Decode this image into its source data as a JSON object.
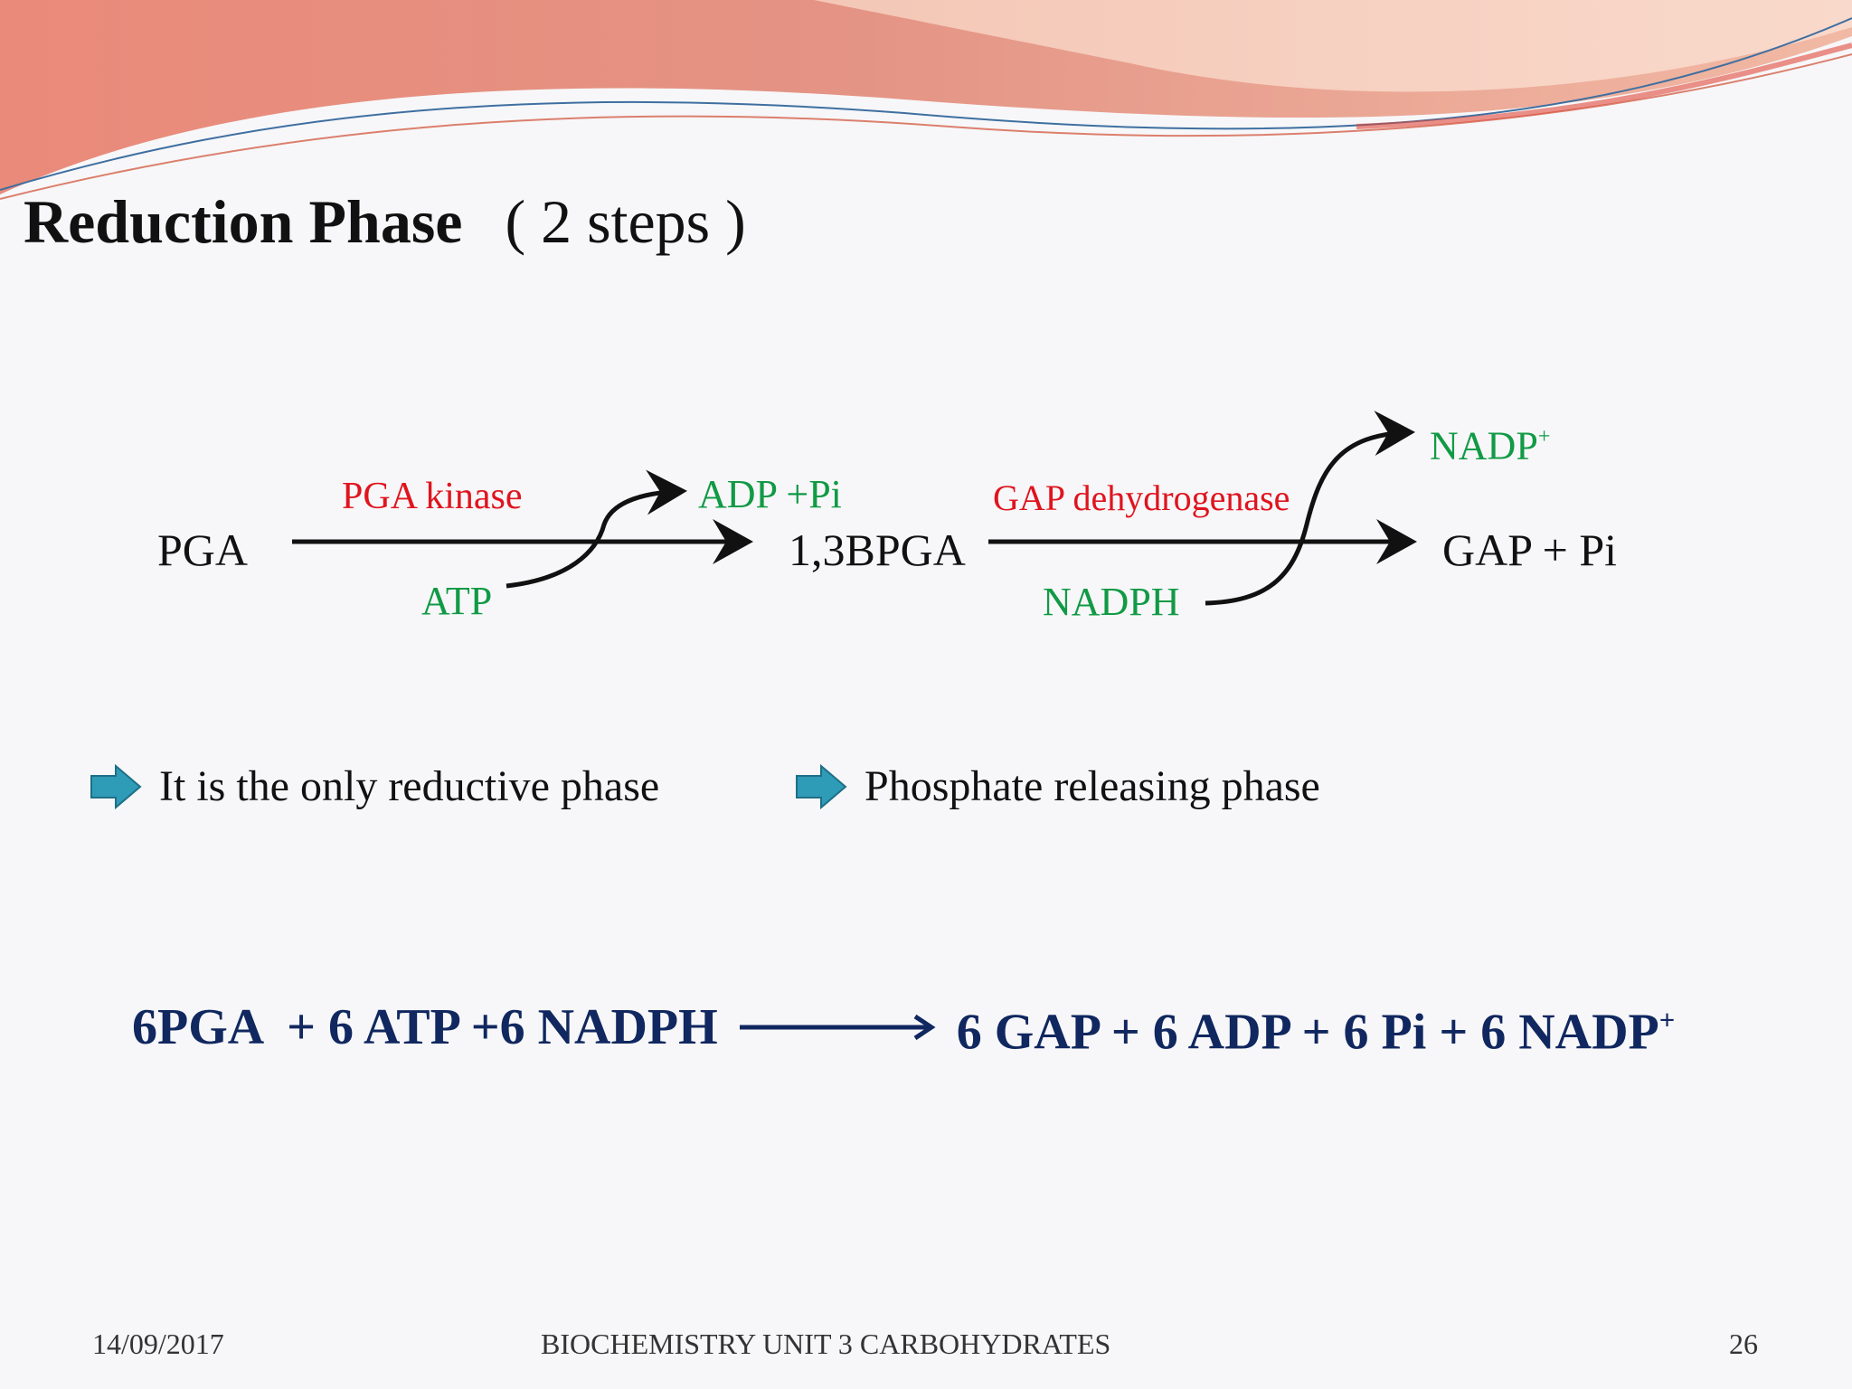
{
  "title": {
    "bold": "Reduction Phase",
    "rest": "( 2 steps )"
  },
  "diagram": {
    "substrate": "PGA",
    "intermediate": "1,3BPGA",
    "product": "GAP + Pi",
    "step1": {
      "enzyme": "PGA kinase",
      "cofactor_in": "ATP",
      "cofactor_out": "ADP +Pi"
    },
    "step2": {
      "enzyme": "GAP dehydrogenase",
      "cofactor_in": "NADPH",
      "cofactor_out_base": "NADP",
      "cofactor_out_sup": "+"
    }
  },
  "bullets": [
    {
      "icon": "arrow-right-icon",
      "text": "It is the only reductive phase"
    },
    {
      "icon": "arrow-right-icon",
      "text": "Phosphate releasing phase"
    }
  ],
  "equation": {
    "left": "6PGA  + 6 ATP +6 NADPH",
    "right_base": "6 GAP + 6 ADP + 6 Pi + 6 NADP",
    "right_sup": "+"
  },
  "footer": {
    "date": "14/09/2017",
    "center": "BIOCHEMISTRY UNIT 3 CARBOHYDRATES",
    "page": "26"
  },
  "colors": {
    "enzyme": "#e0141e",
    "cofactor": "#119a45",
    "equation": "#10275f",
    "bullet_arrow": "#2e9bb7"
  }
}
